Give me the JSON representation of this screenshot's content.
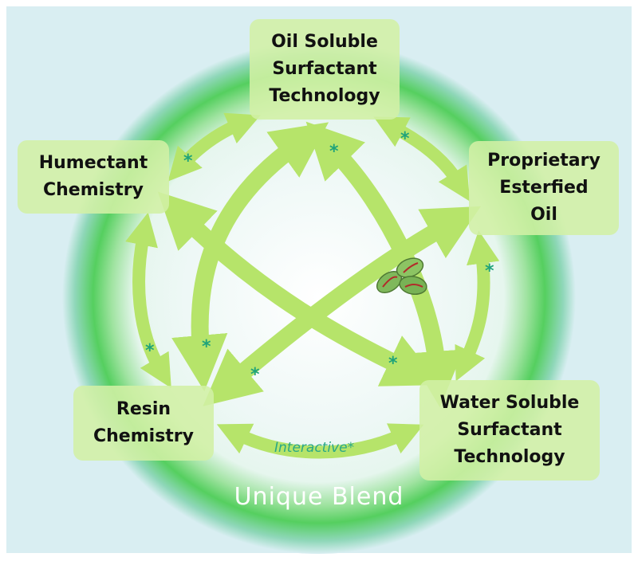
{
  "diagram": {
    "center_label": "Unique Blend",
    "interactive_label": "Interactive*",
    "star_symbol": "*",
    "nodes": {
      "oil_soluble": "Oil Soluble\nSurfactant\nTechnology",
      "proprietary": "Proprietary\nEsterfied\nOil",
      "humectant": "Humectant\nChemistry",
      "resin": "Resin\nChemistry",
      "water_soluble": "Water Soluble\nSurfactant\nTechnology"
    },
    "colors": {
      "background": "#d9eef2",
      "ring": "#5fd46a",
      "arrow": "#b6e46a",
      "node_fill": "#d2f0a5",
      "star": "#1fa37a"
    },
    "icons": [
      "leaf-icon"
    ]
  }
}
